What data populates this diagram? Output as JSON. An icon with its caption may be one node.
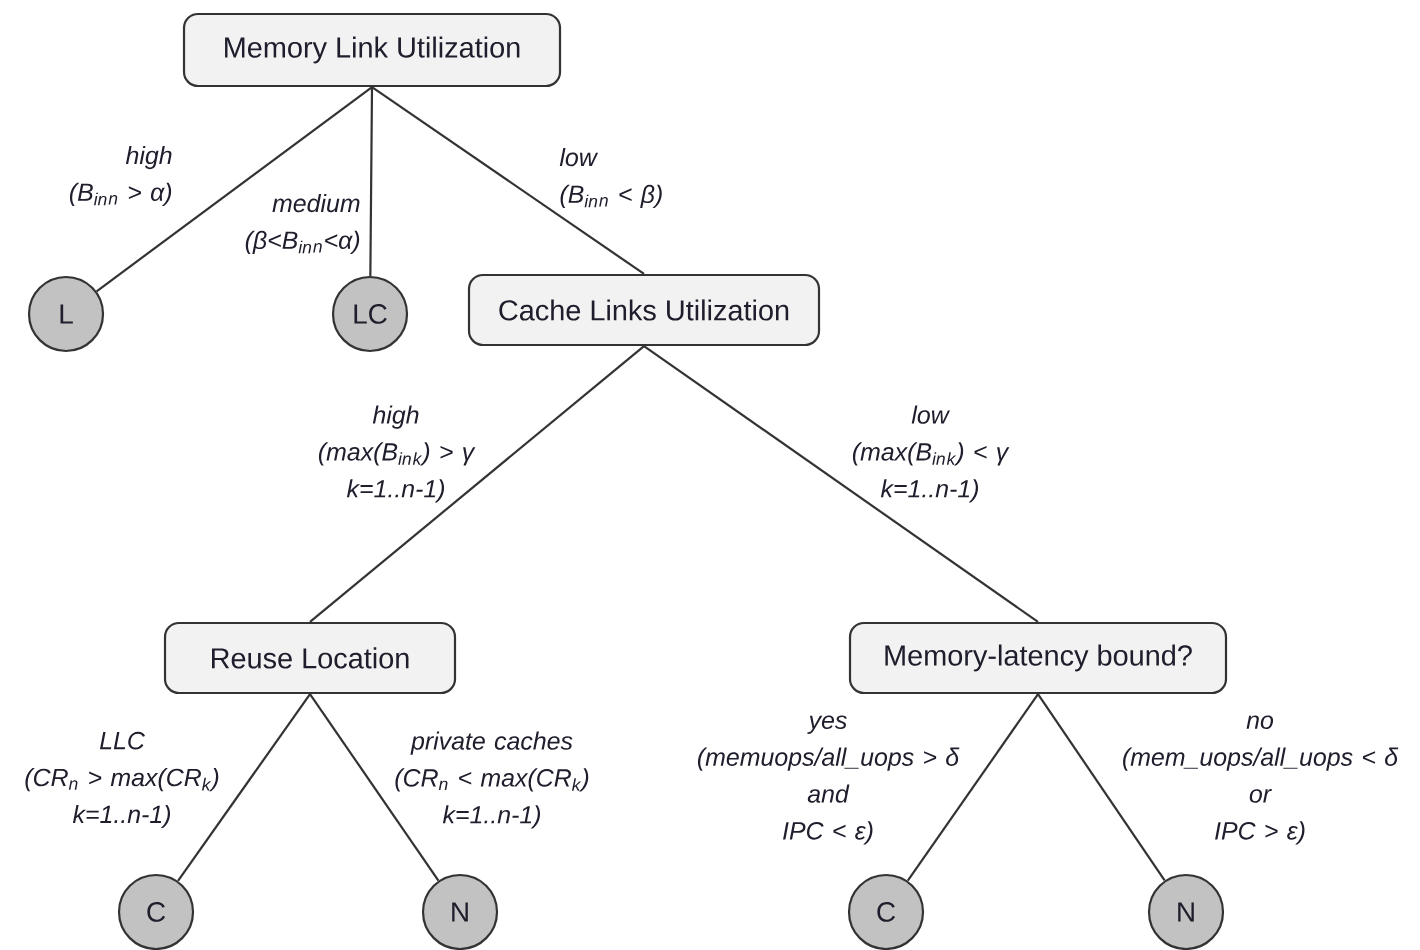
{
  "diagram": {
    "nodes": [
      {
        "text": [
          "Memory Link Utilization"
        ]
      },
      {
        "text": [
          "L"
        ]
      },
      {
        "text": [
          "LC"
        ]
      },
      {
        "text": [
          "Cache Links Utilization"
        ]
      },
      {
        "text": [
          "Reuse Location"
        ]
      },
      {
        "text": [
          "Memory-latency bound?"
        ]
      },
      {
        "text": [
          "C"
        ]
      },
      {
        "text": [
          "N"
        ]
      },
      {
        "text": [
          "C"
        ]
      },
      {
        "text": [
          "N"
        ]
      }
    ],
    "edges": [
      {
        "from": 0,
        "to": 1,
        "arrow": "none",
        "label": "high (B$_{in}$$_{n}$ > α)"
      },
      {
        "from": 0,
        "to": 2,
        "arrow": "none",
        "label": "medium (β<B$_{in}$$_{n}$<α)"
      },
      {
        "from": 0,
        "to": 3,
        "arrow": "none",
        "label": "low (B$_{in}$$_{n}$ < β)"
      },
      {
        "from": 3,
        "to": 4,
        "arrow": "none",
        "label": "high (max(B$_{in}$$_{k}$) > γ k=1..n-1)"
      },
      {
        "from": 3,
        "to": 5,
        "arrow": "none",
        "label": "low (max(B$_{in}$$_{k}$) < γ k=1..n-1)"
      },
      {
        "from": 4,
        "to": 6,
        "arrow": "none",
        "label": "LLC (CR$_{n}$ > max(CR$_{k}$) k=1..n-1)"
      },
      {
        "from": 4,
        "to": 7,
        "arrow": "none",
        "label": "private caches (CR$_{n}$ < max(CR$_{k}$) k=1..n-1)"
      },
      {
        "from": 5,
        "to": 8,
        "arrow": "none",
        "label": "yes (memuops/all_uops > δ and IPC < ε)"
      },
      {
        "from": 5,
        "to": 9,
        "arrow": "none",
        "label": "no (mem_uops/all_uops < δ or IPC > ε)"
      }
    ]
  }
}
